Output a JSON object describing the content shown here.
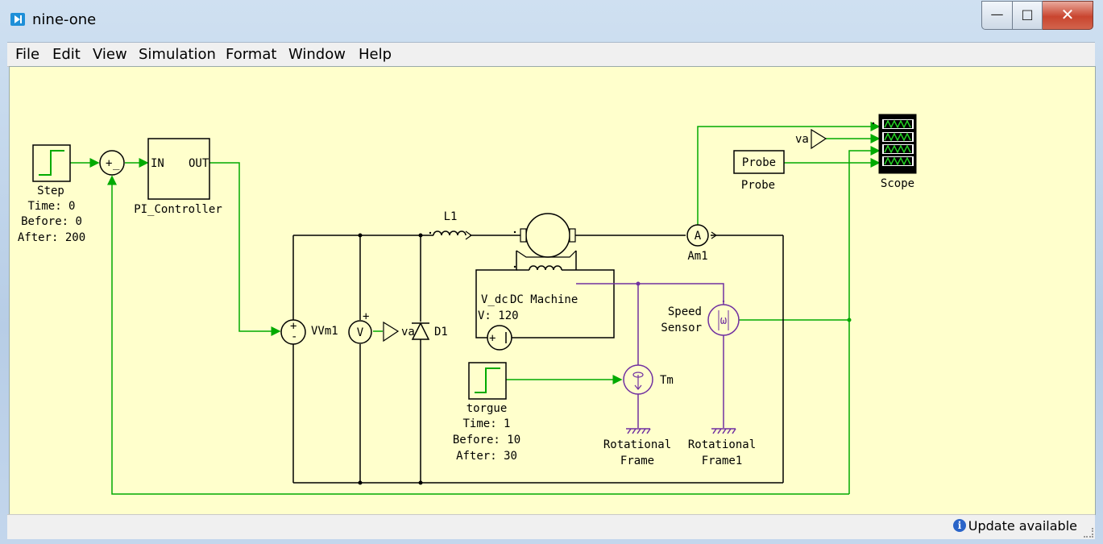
{
  "window": {
    "title": "nine-one",
    "controls": {
      "minimize": "—",
      "maximize": "□",
      "close": "✕"
    }
  },
  "menu": [
    "File",
    "Edit",
    "View",
    "Simulation",
    "Format",
    "Window",
    "Help"
  ],
  "status": {
    "text": "Update available",
    "icon": "info-icon"
  },
  "colors": {
    "canvas": "#ffffcc",
    "signal": "#00aa00",
    "electrical": "#000000",
    "mechanical": "#7030a0"
  },
  "diagram": {
    "step": {
      "name": "Step",
      "time": "Time: 0",
      "before": "Before: 0",
      "after": "After: 200"
    },
    "sum": {
      "plus": "+",
      "minus": "_"
    },
    "pi": {
      "name": "PI_Controller",
      "in": "IN",
      "out": "OUT"
    },
    "inductor": "L1",
    "machine": "DC Machine",
    "ammeter": {
      "name": "Am1",
      "symbol": "A"
    },
    "scope": "Scope",
    "probe": {
      "label": "Probe",
      "name": "Probe"
    },
    "va_gain": "va",
    "speed_sensor": {
      "line1": "Speed",
      "line2": "Sensor",
      "symbol": "ω"
    },
    "vsource": {
      "name": "V_dc",
      "value": "V: 120"
    },
    "vvm": {
      "name": "VVm1",
      "plus": "+",
      "minus": "-"
    },
    "voltmeter": {
      "symbol": "V",
      "plus": "+"
    },
    "va_out": "va",
    "diode": "D1",
    "torque": {
      "name": "torgue",
      "time": "Time: 1",
      "before": "Before: 10",
      "after": "After: 30"
    },
    "tm": "Tm",
    "frame1": {
      "line1": "Rotational",
      "line2": "Frame"
    },
    "frame2": {
      "line1": "Rotational",
      "line2": "Frame1"
    }
  }
}
